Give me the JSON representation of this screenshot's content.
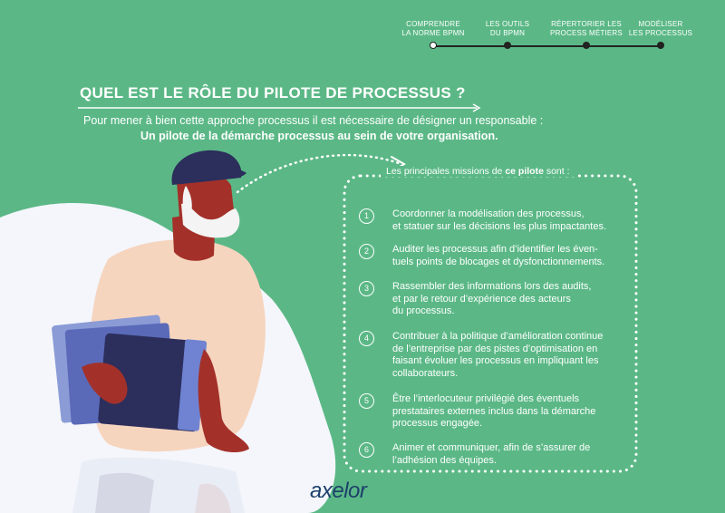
{
  "nav": {
    "steps": [
      {
        "line1": "Comprendre",
        "line2": "la norme BPMN"
      },
      {
        "line1": "Les outils",
        "line2": "du BPMN"
      },
      {
        "line1": "Répertorier les",
        "line2": "process métiers"
      },
      {
        "line1": "Modéliser",
        "line2": "les processus"
      }
    ]
  },
  "title": "QUEL EST LE RÔLE DU PILOTE DE PROCESSUS ?",
  "intro": {
    "line1": "Pour mener à bien cette approche processus il est nécessaire de désigner un responsable :",
    "line2": "Un pilote de la démarche processus au sein de votre organisation."
  },
  "missions": {
    "heading_prefix": "Les principales missions de ",
    "heading_bold": "ce pilote",
    "heading_suffix": " sont :",
    "items": [
      {
        "num": "1",
        "lines": [
          "Coordonner la modélisation des processus,",
          "et statuer sur les décisions les plus impactantes."
        ]
      },
      {
        "num": "2",
        "lines": [
          "Auditer les processus afin d’identifier les éven-",
          "tuels points de blocages et dysfonctionnements."
        ]
      },
      {
        "num": "3",
        "lines": [
          "Rassembler des informations lors des audits,",
          "et par le retour d’expérience des acteurs",
          "du processus."
        ]
      },
      {
        "num": "4",
        "lines": [
          "Contribuer à la politique d’amélioration continue",
          "de l’entreprise par des pistes d’optimisation en",
          "faisant évoluer les processus en impliquant les",
          "collaborateurs."
        ]
      },
      {
        "num": "5",
        "lines": [
          "Être l’interlocuteur privilégié des éventuels",
          "prestataires externes inclus dans la démarche",
          "processus engagée."
        ]
      },
      {
        "num": "6",
        "lines": [
          "Animer et communiquer, afin de s’assurer de",
          "l’adhésion des équipes."
        ]
      }
    ]
  },
  "logo": "axelor",
  "colors": {
    "background": "#5bb886",
    "navy": "#2c2e5c",
    "rust": "#a3312a",
    "skin": "#f6d5bf",
    "blob": "#f4f6fb"
  }
}
